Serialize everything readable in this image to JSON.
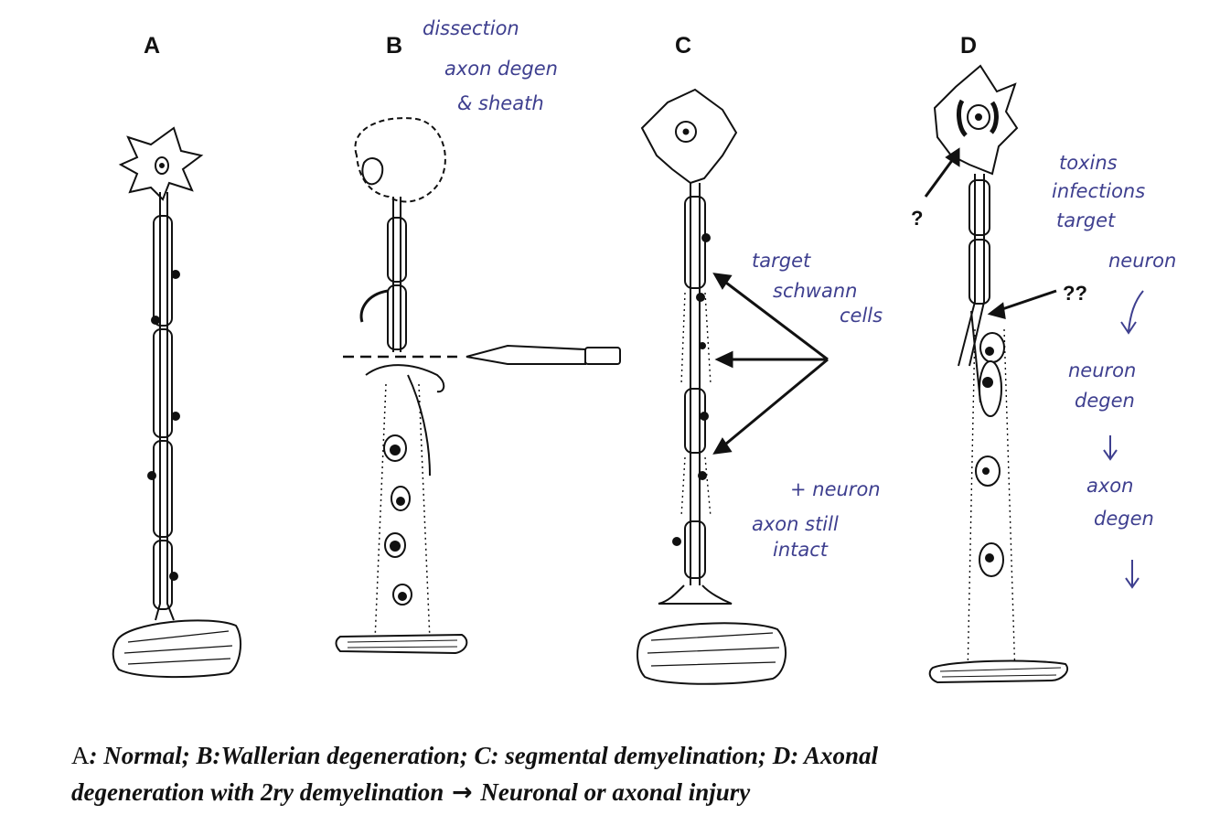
{
  "panels": {
    "a": "A",
    "b": "B",
    "c": "C",
    "d": "D"
  },
  "notes": {
    "b_line1": "dissection",
    "b_line2": "axon degen",
    "b_line3": "& sheath",
    "c_line1": "target",
    "c_line2": "schwann",
    "c_line3": "cells",
    "c_low1": "+ neuron",
    "c_low2": "axon still",
    "c_low3": "intact",
    "d_line1": "toxins",
    "d_line2": "infections",
    "d_line3": "target",
    "d_line4": "neuron",
    "d_line5": "neuron",
    "d_line6": "degen",
    "d_line7": "axon",
    "d_line8": "degen"
  },
  "markers": {
    "q1": "?",
    "q2": "??"
  },
  "caption": {
    "lead": "A",
    "part1": ": Normal; B:Wallerian degeneration; C: segmental demyelination; D: Axonal",
    "part2": "degeneration with 2ry demyelination",
    "arrow": "→",
    "part3": "Neuronal or axonal injury"
  }
}
